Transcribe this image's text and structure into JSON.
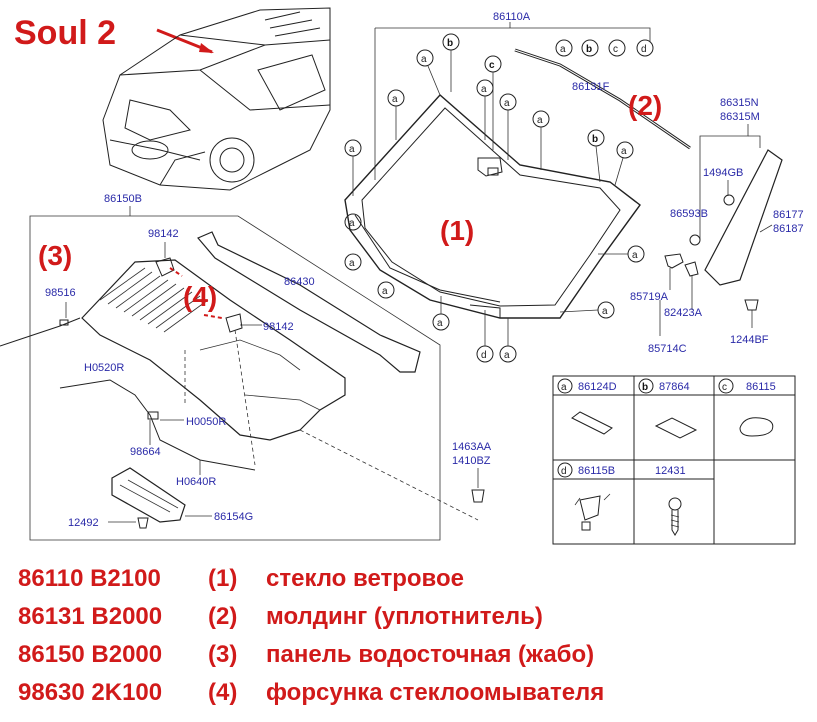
{
  "title": "Soul 2",
  "callout_numbers": {
    "n1": "(1)",
    "n2": "(2)",
    "n3": "(3)",
    "n4": "(4)"
  },
  "part_labels": {
    "p86110A": "86110A",
    "p86131F": "86131F",
    "p86315N": "86315N",
    "p86315M": "86315M",
    "p1494GB": "1494GB",
    "p86593B": "86593B",
    "p86177": "86177",
    "p86187": "86187",
    "p85719A": "85719A",
    "p82423A": "82423A",
    "p85714C": "85714C",
    "p1244BF": "1244BF",
    "p86150B": "86150B",
    "p98142a": "98142",
    "p98142b": "98142",
    "p86430": "86430",
    "p98516": "98516",
    "pH0520R": "H0520R",
    "pH0050R": "H0050R",
    "p98664": "98664",
    "pH0640R": "H0640R",
    "p12492": "12492",
    "p86154G": "86154G",
    "p1463AA": "1463AA",
    "p1410BZ": "1410BZ"
  },
  "callout_letters": {
    "a": "a",
    "b": "b",
    "c": "c",
    "d": "d"
  },
  "legend": [
    {
      "letter": "a",
      "part": "86124D"
    },
    {
      "letter": "b",
      "part": "87864"
    },
    {
      "letter": "c",
      "part": "86115"
    },
    {
      "letter": "d",
      "part": "86115B"
    },
    {
      "letter": "",
      "part": "12431"
    }
  ],
  "captions": [
    {
      "part": "86110 B2100",
      "num": "(1)",
      "desc": "стекло ветровое"
    },
    {
      "part": "86131 B2000",
      "num": "(2)",
      "desc": "молдинг (уплотнитель)"
    },
    {
      "part": "86150 B2000",
      "num": "(3)",
      "desc": "панель водосточная (жабо)"
    },
    {
      "part": "98630 2K100",
      "num": "(4)",
      "desc": "форсунка стеклоомывателя"
    }
  ],
  "colors": {
    "accent_red": "#d11a1a",
    "label_blue": "#2a2aa8"
  }
}
